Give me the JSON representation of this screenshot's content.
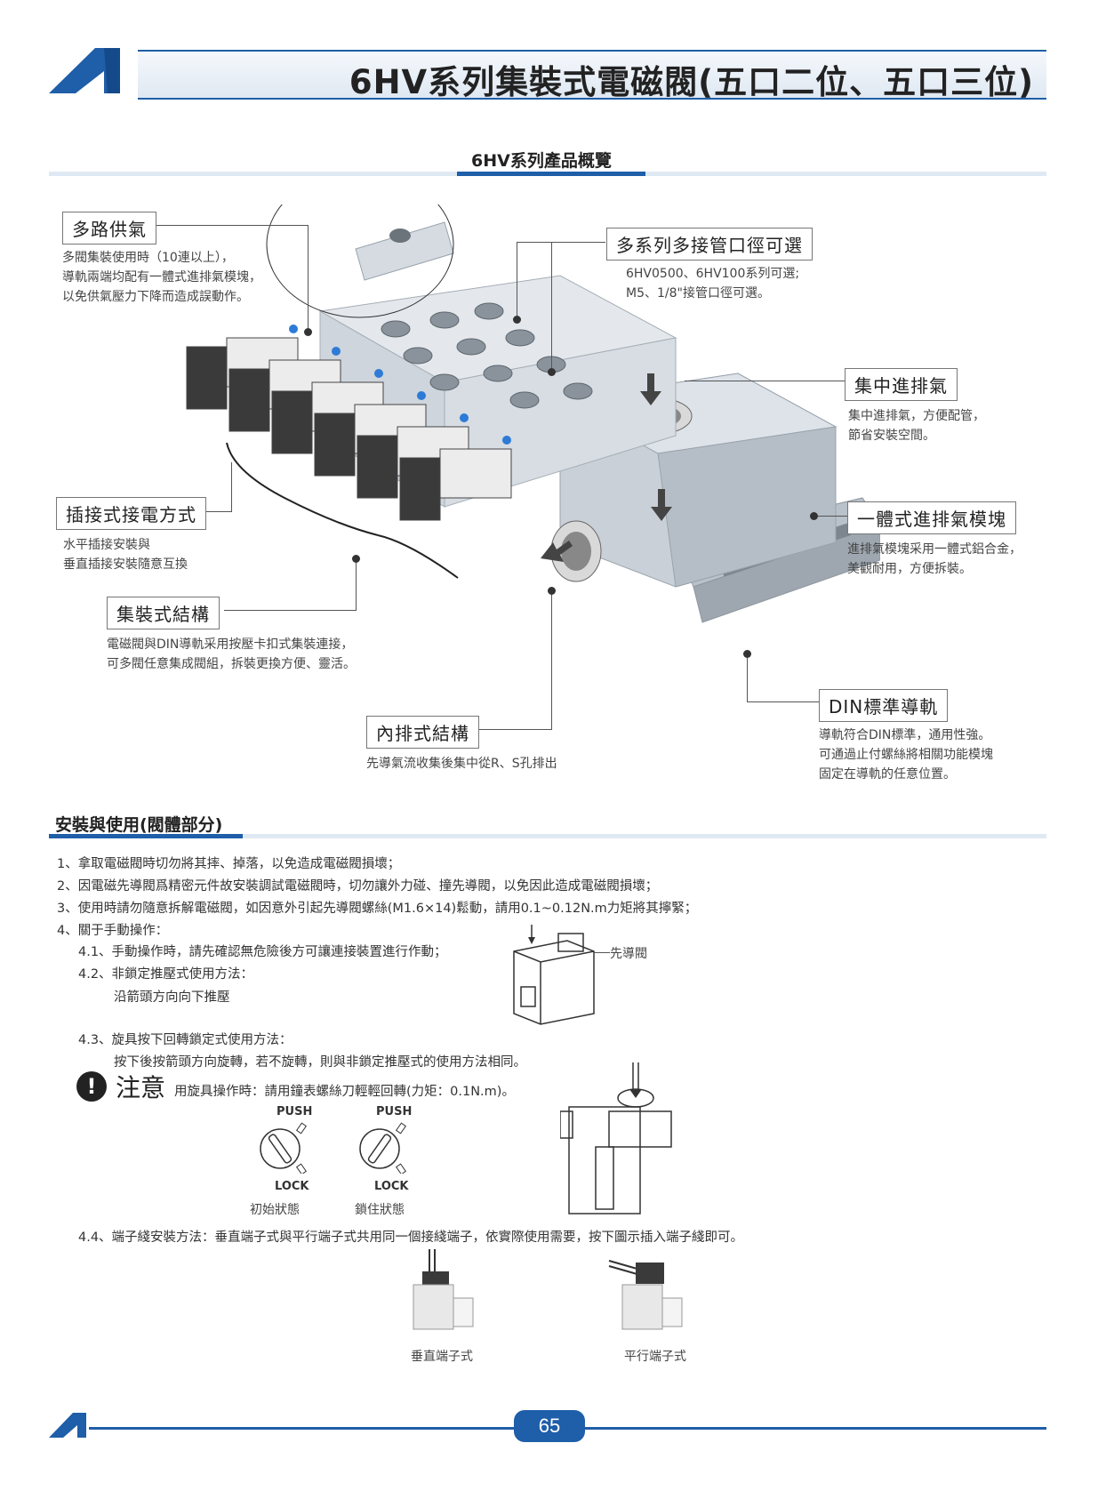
{
  "header": {
    "title": "6HV系列集裝式電磁閥(五口二位、五口三位)"
  },
  "overview": {
    "title": "6HV系列產品概覽"
  },
  "callouts": {
    "multi_supply": {
      "tag": "多路供氣",
      "lines": [
        "多閥集裝使用時（10連以上），",
        "導軌兩端均配有一體式進排氣模塊，",
        "以免供氣壓力下降而造成誤動作。"
      ]
    },
    "multi_port": {
      "tag": "多系列多接管口徑可選",
      "lines": [
        "6HV0500、6HV100系列可選;",
        "M5、1/8\"接管口徑可選。"
      ]
    },
    "central_exhaust": {
      "tag": "集中進排氣",
      "lines": [
        "集中進排氣，方便配管，",
        "節省安裝空間。"
      ]
    },
    "plug_in": {
      "tag": "插接式接電方式",
      "lines": [
        "水平插接安裝與",
        "垂直插接安裝隨意互換"
      ]
    },
    "integrated_block": {
      "tag": "一體式進排氣模塊",
      "lines": [
        "進排氣模塊采用一體式鋁合金，",
        "美觀耐用，方便拆裝。"
      ]
    },
    "manifold": {
      "tag": "集裝式結構",
      "lines": [
        "電磁閥與DIN導軌采用按壓卡扣式集裝連接，",
        "可多閥任意集成閥組，拆裝更換方便、靈活。"
      ]
    },
    "internal_exhaust": {
      "tag": "內排式結構",
      "lines": [
        "先導氣流收集後集中從R、S孔排出"
      ]
    },
    "din_rail": {
      "tag": "DIN標準導軌",
      "lines": [
        "導軌符合DIN標準，通用性強。",
        "可通過止付螺絲將相關功能模塊",
        "固定在導軌的任意位置。"
      ]
    }
  },
  "install": {
    "title": "安裝與使用(閥體部分)",
    "items": [
      "1、拿取電磁閥時切勿將其摔、掉落，以免造成電磁閥損壞；",
      "2、因電磁先導閥爲精密元件故安裝調試電磁閥時，切勿讓外力碰、撞先導閥，以免因此造成電磁閥損壞；",
      "3、使用時請勿隨意拆解電磁閥，如因意外引起先導閥螺絲(M1.6×14)鬆動，請用0.1~0.12N.m力矩將其擰緊；",
      "4、關于手動操作："
    ],
    "sub_4_1": "4.1、手動操作時，請先確認無危險後方可讓連接裝置進行作動；",
    "sub_4_2": "4.2、非鎖定推壓式使用方法：",
    "sub_4_2_detail": "沿箭頭方向向下推壓",
    "pilot_label": "先導閥",
    "sub_4_3": "4.3、旋具按下回轉鎖定式使用方法：",
    "sub_4_3_detail": "按下後按箭頭方向旋轉，若不旋轉，則與非鎖定推壓式的使用方法相同。",
    "note_mark": "!",
    "note_word": "注意",
    "note_text": "用旋具操作時：請用鐘表螺絲刀輕輕回轉(力矩：0.1N.m)。",
    "knob_push": "PUSH",
    "knob_lock": "LOCK",
    "state_initial": "初始狀態",
    "state_locked": "鎖住狀態",
    "sub_4_4": "4.4、端子綫安裝方法：垂直端子式與平行端子式共用同一個接綫端子，依實際使用需要，按下圖示插入端子綫即可。",
    "terminal_vertical": "垂直端子式",
    "terminal_parallel": "平行端子式"
  },
  "footer": {
    "page_number": "65"
  },
  "colors": {
    "brand_blue": "#1f5ea8",
    "light_band": "#dfe9f3"
  }
}
